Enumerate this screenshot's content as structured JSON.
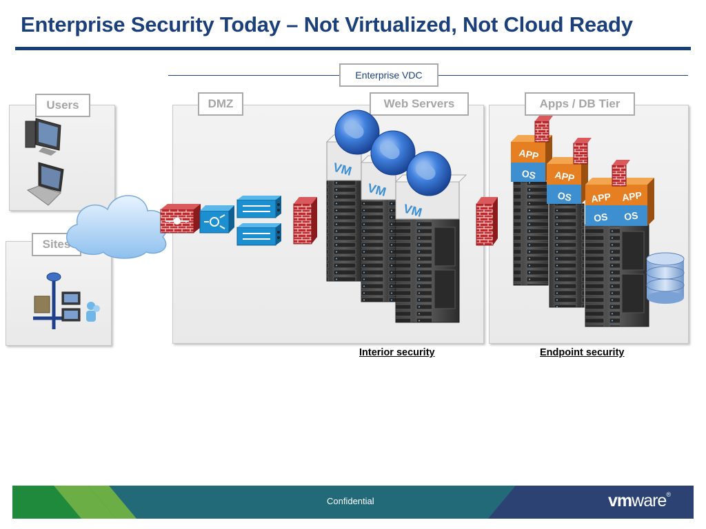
{
  "title": "Enterprise Security Today – Not Virtualized, Not Cloud Ready",
  "vdc_label": "Enterprise VDC",
  "zones": {
    "users": "Users",
    "sites": "Sites",
    "dmz": "DMZ",
    "web_servers": "Web Servers",
    "apps_db": "Apps / DB Tier"
  },
  "vm_label": "VM",
  "app_label": "APP",
  "os_label": "OS",
  "captions": {
    "interior": "Interior security",
    "endpoint": "Endpoint security"
  },
  "footer": {
    "confidential": "Confidential",
    "logo_vm": "vm",
    "logo_ware": "ware",
    "logo_reg": "®"
  },
  "colors": {
    "title": "#1b3f7a",
    "footer_teal": "#236a79",
    "footer_green": "#4f9a3a",
    "footer_navy": "#2b4273",
    "firewall_red": "#c0282c",
    "globe_blue": "#2d5fb8",
    "app_orange": "#e67e22",
    "os_blue": "#3d8fd0"
  },
  "icons": [
    "desktop-computer-icon",
    "laptop-icon",
    "network-site-icon",
    "cloud-icon",
    "firewall-icon",
    "router-icon",
    "switch-icon",
    "globe-icon",
    "server-rack-icon",
    "database-icon"
  ]
}
